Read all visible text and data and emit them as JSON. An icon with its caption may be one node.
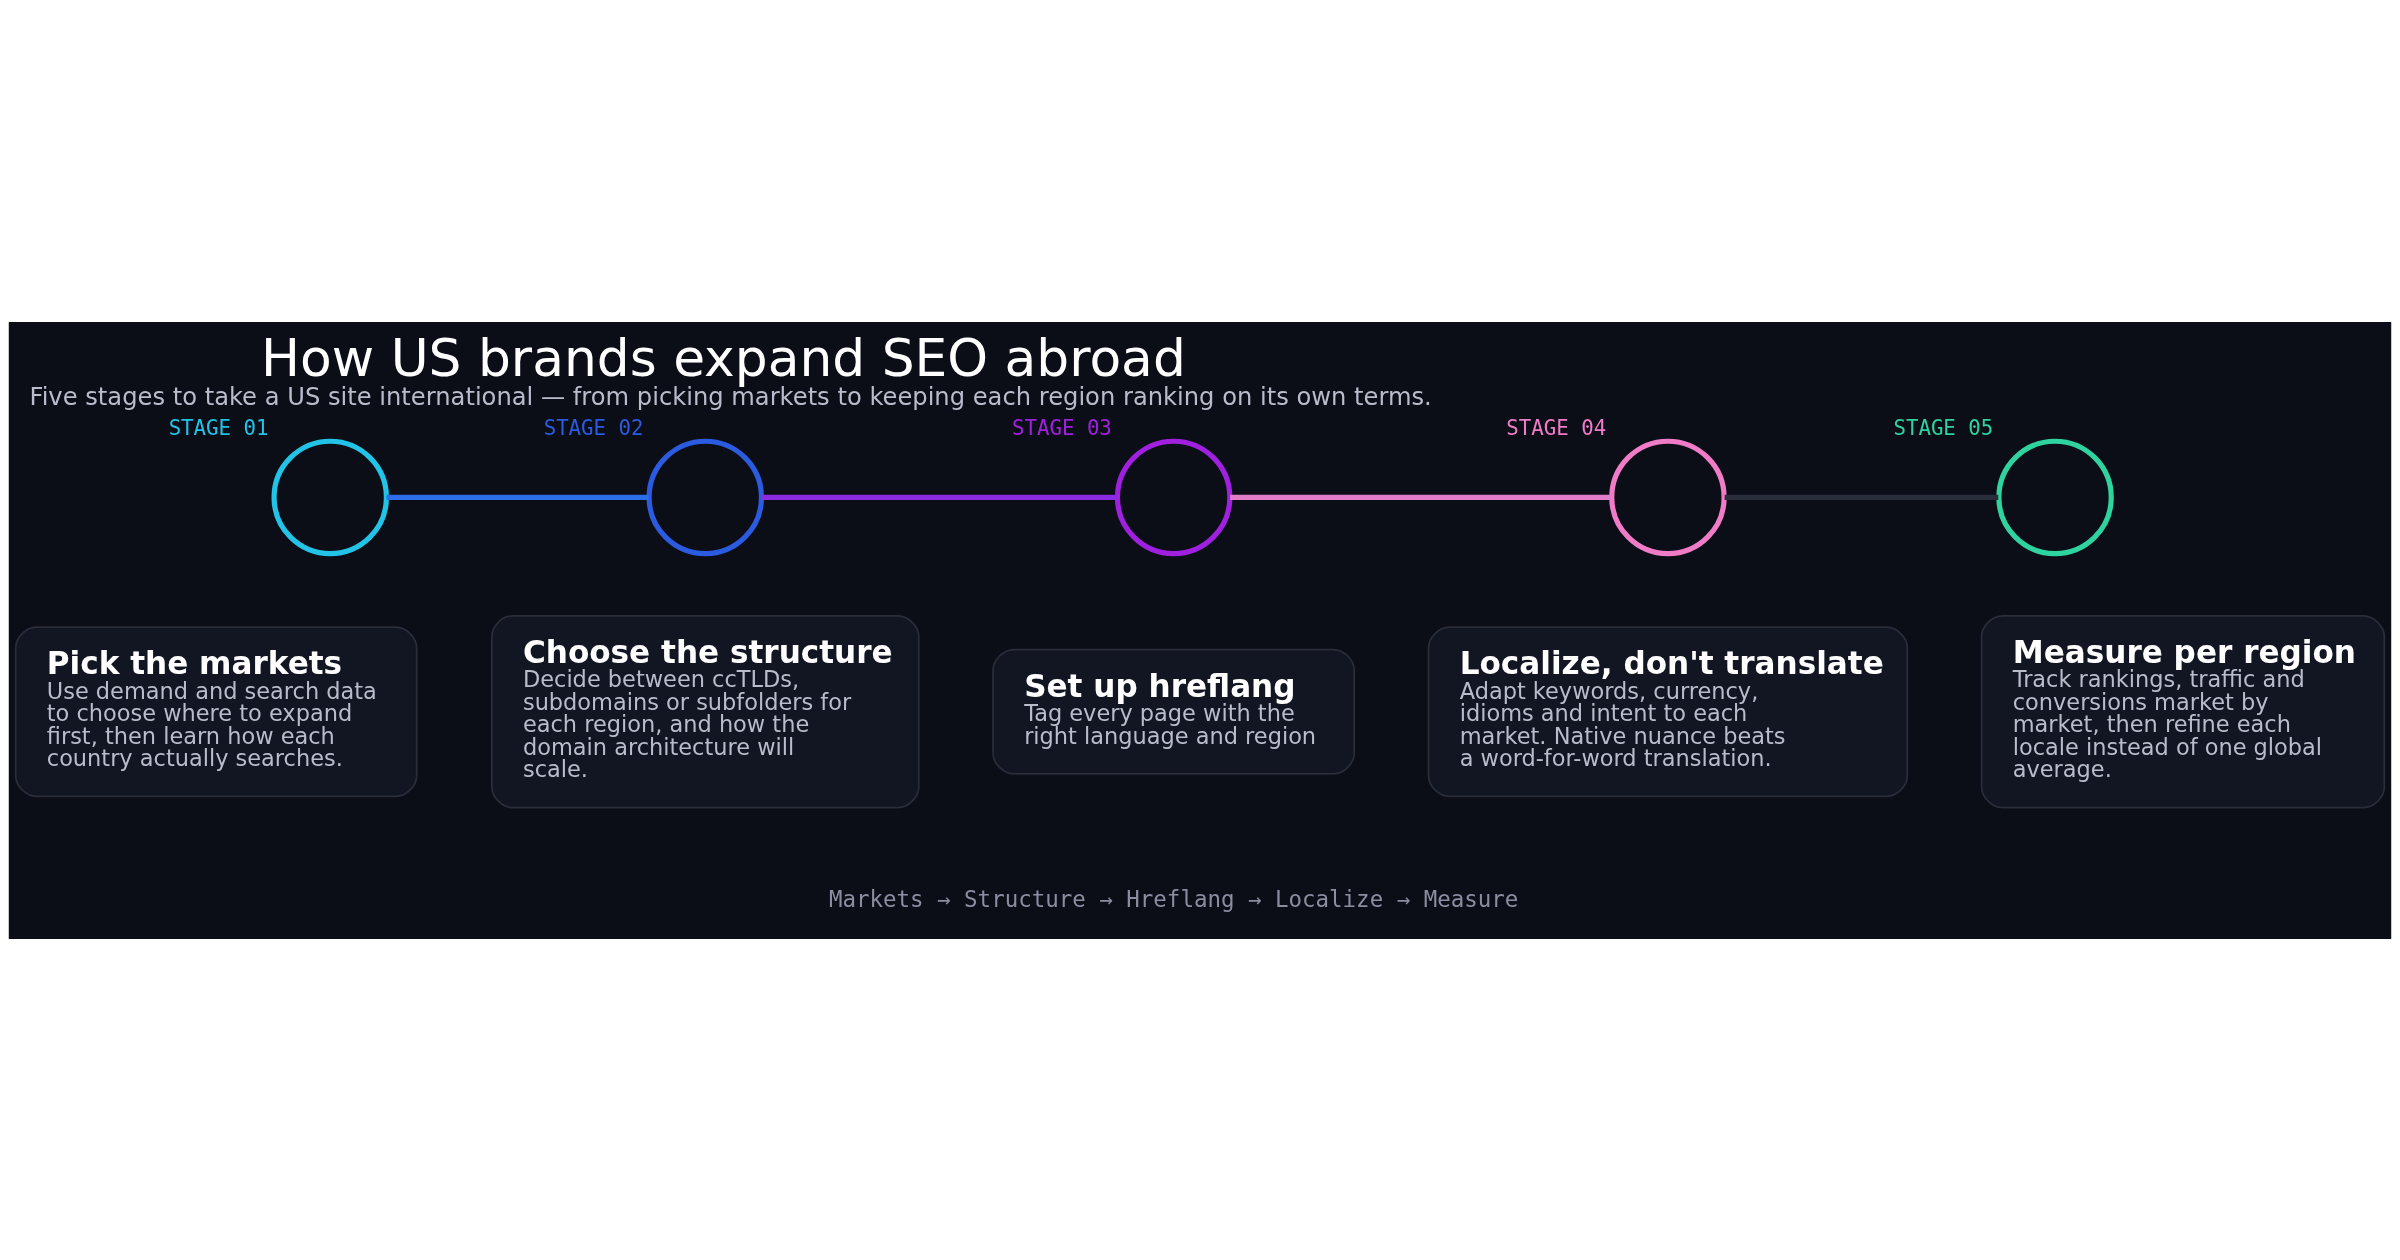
{
  "diagram": {
    "title": "How US brands expand SEO abroad",
    "caption": "Five stages to take a US site international — from picking markets to keeping each region ranking on its own terms.",
    "nodes": [
      {
        "text": [],
        "shape": "circle",
        "beside": [
          "STAGE 01"
        ]
      },
      {
        "text": [],
        "shape": "circle",
        "beside": [
          "STAGE 02"
        ]
      },
      {
        "text": [],
        "shape": "circle",
        "beside": [
          "STAGE 03"
        ]
      },
      {
        "text": [],
        "shape": "circle",
        "beside": [
          "STAGE 04"
        ]
      },
      {
        "text": [],
        "shape": "circle",
        "beside": [
          "STAGE 05"
        ]
      },
      {
        "text": [
          "Pick the markets",
          "Use demand and search data to choose where to expand first, then learn how each country actually searches."
        ]
      },
      {
        "text": [
          "Choose the structure",
          "Decide between ccTLDs, subdomains or subfolders for each region, and how the domain architecture will scale."
        ]
      },
      {
        "text": [
          "Set up hreflang",
          "Tag every page with the right language and region"
        ]
      },
      {
        "text": [
          "Localize, don't translate",
          "Adapt keywords, currency, idioms and intent to each market. Native nuance beats a word-for-word translation."
        ]
      },
      {
        "text": [
          "Measure per region",
          "Track rankings, traffic and conversions market by market, then refine each locale instead of one global average."
        ]
      }
    ],
    "edges": [
      {
        "from": 0,
        "to": 1,
        "arrow": "none",
        "color": "#2b6ee8"
      },
      {
        "from": 1,
        "to": 2,
        "arrow": "none",
        "color": "#8a2be2"
      },
      {
        "from": 2,
        "to": 3,
        "arrow": "none",
        "color": "#e07cc8"
      },
      {
        "from": 3,
        "to": 4,
        "arrow": "none",
        "color": "#2a2d3a"
      }
    ],
    "labels": [
      "Markets → Structure → Hreflang → Localize → Measure"
    ]
  }
}
